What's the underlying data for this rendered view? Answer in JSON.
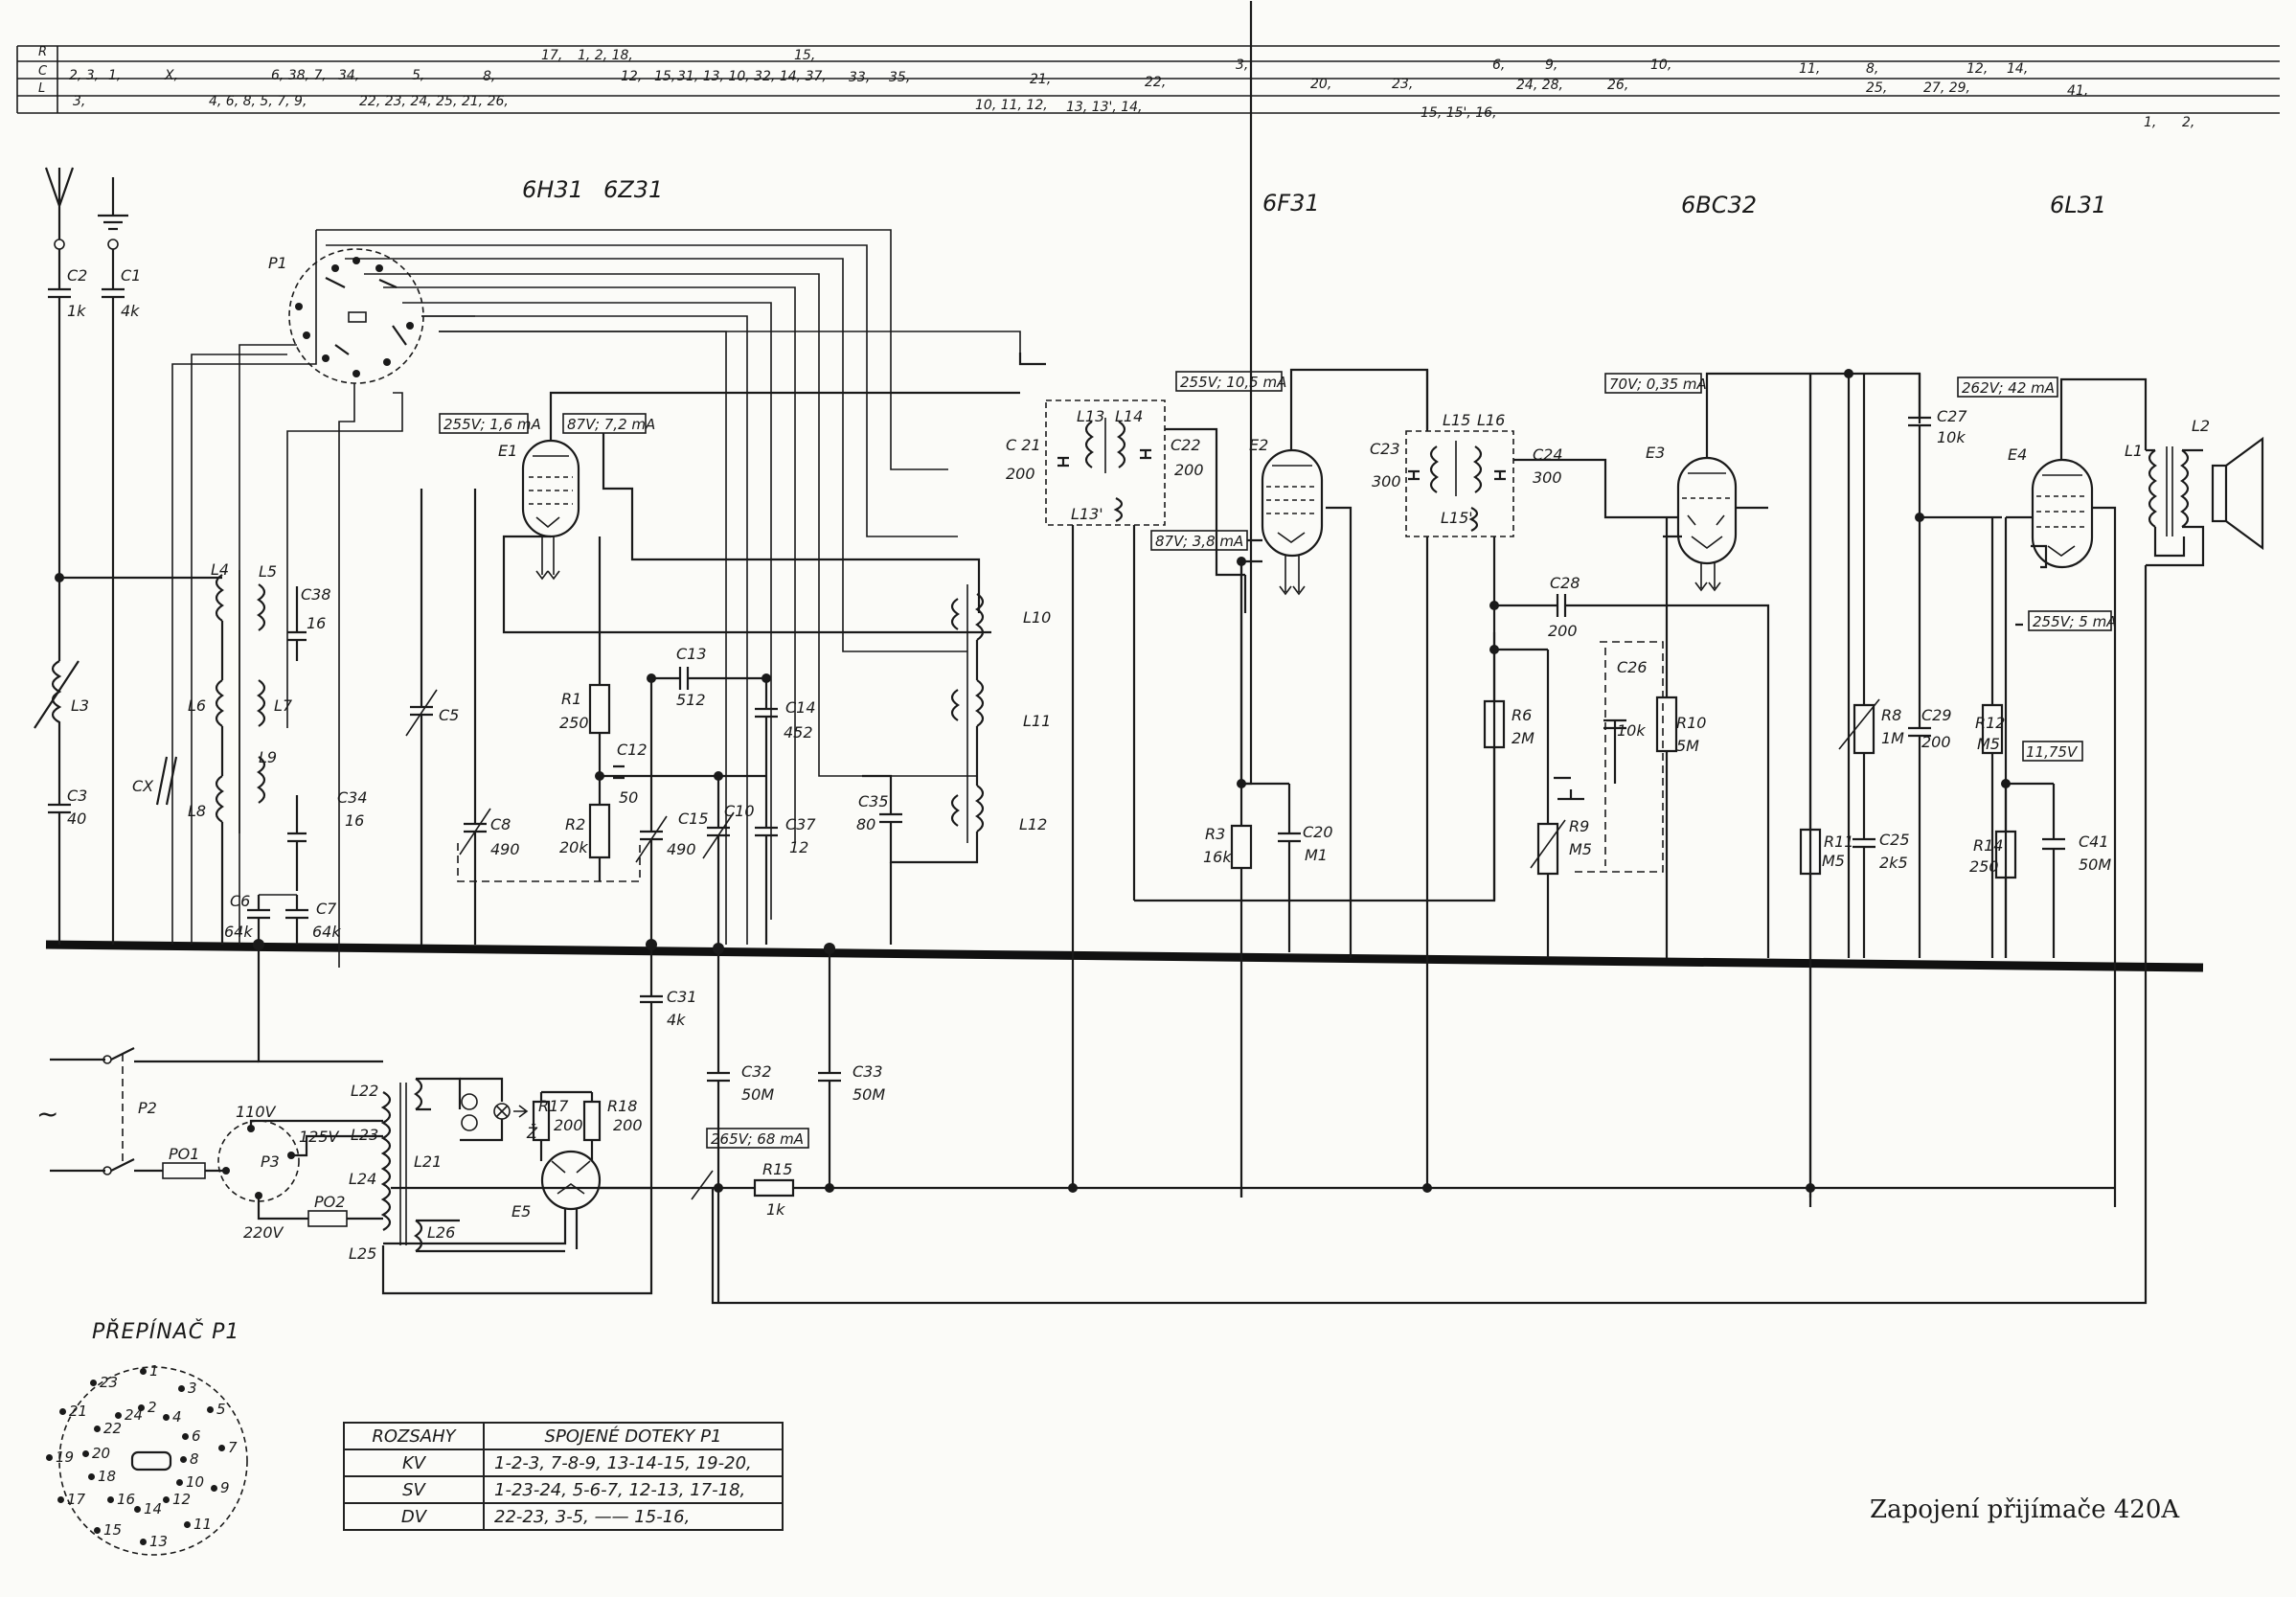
{
  "cross_reference": {
    "rows": [
      "R",
      "C",
      "L"
    ],
    "R_entries": [
      "17,",
      "1, 2, 18,",
      "15,",
      "3,",
      "6,",
      "9,",
      "10,",
      "11,",
      "8,",
      "12,",
      "14,"
    ],
    "C_entries": [
      "2, 3,",
      "1,",
      "X,",
      "6, 38, 7,",
      "34,",
      "5,",
      "8,",
      "12,",
      "15,",
      "31, 13, 10, 32, 14, 37,",
      "33,",
      "35,",
      "21,",
      "22,",
      "20,",
      "23,",
      "24, 28,",
      "26,",
      "25,",
      "27, 29,",
      "41,"
    ],
    "L_entries": [
      "3,",
      "4, 6, 8, 5, 7, 9,",
      "22, 23, 24, 25, 21, 26,",
      "10, 11, 12,",
      "13, 13', 14,",
      "15, 15', 16,",
      "1,",
      "2,"
    ]
  },
  "tube_types": [
    "6H31",
    "6Z31",
    "6F31",
    "6BC32",
    "6L31"
  ],
  "tubes": [
    "E1",
    "E2",
    "E3",
    "E4",
    "E5"
  ],
  "voltages": [
    "255V; 1,6 mA",
    "87V; 7,2 mA",
    "255V; 10,5 mA",
    "87V; 3,8 mA",
    "70V; 0,35 mA",
    "262V; 42 mA",
    "255V; 5 mA",
    "11,75V",
    "265V; 68 mA"
  ],
  "components": {
    "c2": [
      "C2",
      "1k"
    ],
    "c1": [
      "C1",
      "4k"
    ],
    "c3": [
      "C3",
      "40"
    ],
    "cx": "CX",
    "c38": [
      "C38",
      "16"
    ],
    "c34": [
      "C34",
      "16"
    ],
    "c5": "C5",
    "c6": [
      "C6",
      "64k"
    ],
    "c7": [
      "C7",
      "64k"
    ],
    "c8": [
      "C8",
      "490"
    ],
    "r1": [
      "R1",
      "250"
    ],
    "r2": [
      "R2",
      "20k"
    ],
    "c13": [
      "C13",
      "512"
    ],
    "c12": [
      "C12",
      "50"
    ],
    "c14": [
      "C14",
      "452"
    ],
    "c15": [
      "C15",
      "490"
    ],
    "c10": "C10",
    "c37": [
      "C37",
      "12"
    ],
    "c35": [
      "C35",
      "80"
    ],
    "c21": [
      "C 21",
      "200"
    ],
    "c22": [
      "C22",
      "200"
    ],
    "c23": [
      "C23",
      "300"
    ],
    "c24": [
      "C24",
      "300"
    ],
    "r3": [
      "R3",
      "16k"
    ],
    "c20": [
      "C20",
      "M1"
    ],
    "c28": [
      "C28",
      "200"
    ],
    "r6": [
      "R6",
      "2M"
    ],
    "r9": [
      "R9",
      "M5"
    ],
    "c26": [
      "C26",
      "10k"
    ],
    "r10": [
      "R10",
      "5M"
    ],
    "r11": [
      "R11",
      "M5"
    ],
    "r8": [
      "R8",
      "1M"
    ],
    "c25": [
      "C25",
      "2k5"
    ],
    "c27": [
      "C27",
      "10k"
    ],
    "c29": [
      "C29",
      "200"
    ],
    "r12": [
      "R12",
      "M5"
    ],
    "r14": [
      "R14",
      "250"
    ],
    "c41": [
      "C41",
      "50M"
    ],
    "c31": [
      "C31",
      "4k"
    ],
    "c32": [
      "C32",
      "50M"
    ],
    "c33": [
      "C33",
      "50M"
    ],
    "r17": [
      "R17",
      "200"
    ],
    "r18": [
      "R18",
      "200"
    ],
    "r15": [
      "R15",
      "1k"
    ],
    "p1": "P1",
    "p2": "P2",
    "p3": "P3",
    "po1": "PO1",
    "po2": "PO2",
    "z": "Ž"
  },
  "coils": [
    "L1",
    "L2",
    "L3",
    "L4",
    "L5",
    "L6",
    "L7",
    "L8",
    "L9",
    "L10",
    "L11",
    "L12",
    "L13",
    "L13'",
    "L14",
    "L15",
    "L15'",
    "L16",
    "L21",
    "L22",
    "L23",
    "L24",
    "L25",
    "L26"
  ],
  "mains": {
    "v110": "110V",
    "v125": "125V",
    "v220": "220V",
    "ac": "~"
  },
  "switch_diagram": {
    "title": "PŘEPÍNAČ P1",
    "contacts": [
      "1",
      "2",
      "3",
      "4",
      "5",
      "6",
      "7",
      "8",
      "9",
      "10",
      "11",
      "12",
      "13",
      "14",
      "15",
      "16",
      "17",
      "18",
      "19",
      "20",
      "21",
      "22",
      "23",
      "24"
    ]
  },
  "table": {
    "headers": [
      "ROZSAHY",
      "SPOJENÉ DOTEKY P1"
    ],
    "rows": [
      {
        "range": "KV",
        "contacts": "1-2-3,  7-8-9,  13-14-15,  19-20,"
      },
      {
        "range": "SV",
        "contacts": "1-23-24,  5-6-7,  12-13,  17-18,"
      },
      {
        "range": "DV",
        "contacts": "22-23,  3-5,  ——  15-16,"
      }
    ]
  },
  "caption": "Zapojení přijímače 420A"
}
